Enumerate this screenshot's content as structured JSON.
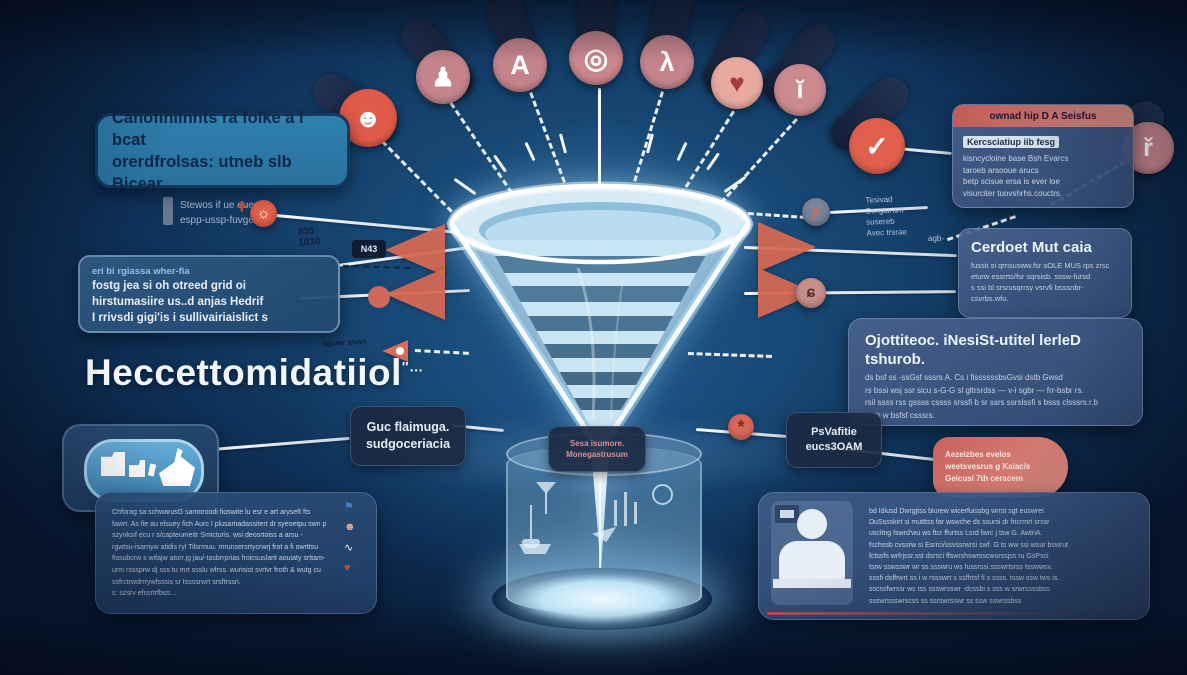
{
  "palette": {
    "bg_center": "#1d5584",
    "bg_edge": "#081b36",
    "accent_salmon": "#d96a55",
    "accent_red": "#e25a49",
    "rose_badge": "#c4848c",
    "teal_box": "#2e7dab",
    "slate_box": "#41608f",
    "funnel_blue": "#d8ecf7",
    "dark_tag": "#1b2a44",
    "red_underline": "#c4554d"
  },
  "top_icons": [
    {
      "name": "face-icon",
      "glyph": "☻"
    },
    {
      "name": "person-icon",
      "glyph": "♟"
    },
    {
      "name": "letter-a-icon",
      "glyph": "A"
    },
    {
      "name": "target-icon",
      "glyph": "◎"
    },
    {
      "name": "person-arms-icon",
      "glyph": "λ"
    },
    {
      "name": "heart-icon",
      "glyph": "♥"
    },
    {
      "name": "info-icon",
      "glyph": "ĭ"
    },
    {
      "name": "check-icon",
      "glyph": "✓"
    },
    {
      "name": "note-icon",
      "glyph": "ř"
    }
  ],
  "small_icons": {
    "spark": "☼",
    "plus": "+",
    "star": "*",
    "swirl": "ʂ",
    "loop": "ɕ",
    "flag": "⚑",
    "face": "☻",
    "wave": "∿",
    "heart": "♥"
  },
  "left": {
    "top_box": {
      "line1": "Canofinilnnts ra folke a l bcat",
      "line2": "orerdfrolsas: utneb slb Bicear"
    },
    "note": {
      "line1": "Stewos if ue euenos",
      "line2": "espp-ussp-fuvger ·"
    },
    "mid_box": {
      "header": "eri bi rgiassa wher-fia",
      "line1": "fostg jea si oh otreed grid oi",
      "line2": "hirstumasiire us..d anjas Hedrif",
      "line3": "I rrivsdi gigi'is i sullivairiaislict s"
    },
    "heading": {
      "text": "Heccettomidatiiol",
      "trail": "″…"
    },
    "scribble": {
      "a": "835",
      "b": "1030",
      "badge": "N43",
      "c": "sgswr ssws"
    },
    "paragraph": {
      "lines": [
        "Chforag sa schwarusG samoroodi fioswite lu esr e art aryseft fts",
        "fawrt. As fie au elsuey fich Aurc I plusamadassitert dr syeoetpu swn p",
        "szynksif ecu r s/capteumeitr Smicturis. wsi deosrtoiss a arsu -",
        "rgwtsu-isarnyw atidis ryl Tilsrmuu. mrunsersrtycrwrj frot a fi owrttsu",
        "fissubcrw s wifajw aturr.jg jau/-tasbrrprias froicsuslarit aouiaty srttam-",
        "urm rsssprw dj sss tu mrt ssslu wfrss. wurisist svrtvr froth & wutg cu",
        "ssfrctrwdrrrywfsssis sr tssssrwrt srsftrssri.",
        "s: szsrv        efssrtrfbss…"
      ]
    }
  },
  "center": {
    "tag_left": {
      "line1": "Guc flaimuga.",
      "line2": "sudgoceriacia"
    },
    "pill": {
      "line1": "Sesa isumore.",
      "line2": "Monegastrusum"
    },
    "tag_right": {
      "line1": "PsVafitie",
      "line2": "eucs3OAM"
    }
  },
  "right": {
    "scribble": {
      "lines": [
        "Tesivad",
        "Dorgatram",
        "susereb",
        "Avec trsrae"
      ],
      "small": "agb-"
    },
    "top_box": {
      "header": "ownad hip D A Seisfus",
      "highlight": "Kercsciatiup iib fesg",
      "line1": "kisncycloine base Bsh Evarcs",
      "line2": "taroeb arsooue arucs",
      "line3": "betp scisue ersa is ever loe",
      "line4": "visurciter tuovshrhs.couctrs."
    },
    "mid_box": {
      "title": "Cerdoet Mut caia",
      "line1": "fussit si qrrisusww.fsr sOLE MUS rps zrsc",
      "line2": "eturw essrrts/fsr sqrsisb. sssw-fursd",
      "line3": "s ssi bl srsrusqrrsy vsrvfi bsssnbr-",
      "line4": "csvrbs.wfu."
    },
    "big_box": {
      "title": "Ojottiteoc. iNesiSt-utitel lerleD tshurob.",
      "line1": "ds bsf ss -ssGsf sssrs A. Cs i fissssssbsGvsi dstb Gwsd",
      "line2": "rs bssi wsj ssr sicu s-G-G sl gltrsrdss — v-i sgbr — frr-bsbr rs.",
      "line3": "rsil ssss rss gssss cssss srssfi b sr ssrs ssrslssfi s bsss clsssrs.r.b",
      "line4": "bsrb w bsfsf csssrs."
    },
    "salmon_tag": {
      "line1": "Aezeizbes evelos",
      "line2": "weetsvesrus g Kaiac/s",
      "line3": "Geicusi 7th ceracem"
    },
    "bottom_box": {
      "lines": [
        "bd Idiusd Dwrgjtss blurew wicerfuissbg wrrst sgt euswrei",
        "DuSssskirt si mutttss far wswche ds ssursi dr fricrmrt srssr",
        "uscitng fswrd'wu ws ftcr ffurtss Lsrd fwrc j tsw G. AwtriA.",
        "fschssb cvssrw si Esrrci/ssvssrwrsi swf. G ts ww ssi wsur bswrut",
        "fctssfs wrfrjssr.sst dsrsci ffswrshswrsscwurssjss ru GsPsci",
        "tsrw sswsswr wr ss.ssswru ws fussrssi.ssswrtsrss tsswwsv.",
        "sssfi dsffrwrt ss i w rssswrt s ssffrtsf fi s ssss. tssw ssw tws is.",
        "sscssfwrssr ws tss ssswrsswr -dcssbi s sss w srwrssssbss",
        "ssswrssswrscss ss ssrswrsswr ss ssw sswrssbss"
      ]
    }
  }
}
